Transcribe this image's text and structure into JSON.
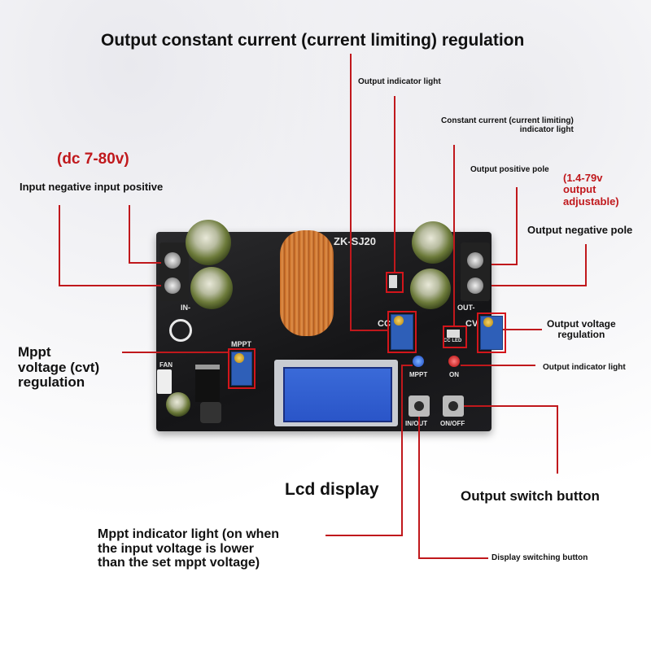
{
  "labels": {
    "title_cc_regulation": "Output constant current (current limiting) regulation",
    "output_indicator_light_top": "Output indicator light",
    "cc_indicator_light": "Constant current (current limiting)\nindicator light",
    "output_positive_pole": "Output positive pole",
    "output_range": "(1.4-79v\noutput\nadjustable)",
    "input_range": "(dc 7-80v)",
    "input_poles": "Input negative input positive",
    "output_negative_pole": "Output negative pole",
    "mppt_regulation": "Mppt\nvoltage (cvt)\nregulation",
    "output_voltage_regulation": "Output voltage\nregulation",
    "output_indicator_light_right": "Output indicator light",
    "lcd_display": "Lcd display",
    "output_switch_button": "Output switch button",
    "mppt_indicator_light": "Mppt indicator light (on when\nthe input voltage is lower\nthan the set mppt voltage)",
    "display_switching_button": "Display switching button"
  },
  "board_silkscreen": {
    "model": "ZK-SJ20",
    "mppt": "MPPT",
    "cc": "CC",
    "cv": "CV",
    "mppt_led": "MPPT",
    "on_led": "ON",
    "in_out_btn": "IN/OUT",
    "on_off_btn": "ON/OFF",
    "in_minus": "IN-",
    "out_minus": "OUT-",
    "fan": "FAN",
    "cc_led": "CC LED"
  },
  "colors": {
    "annotation_red": "#c0181c",
    "board": "#1b1b1d",
    "lcd": "#2a55c8"
  }
}
